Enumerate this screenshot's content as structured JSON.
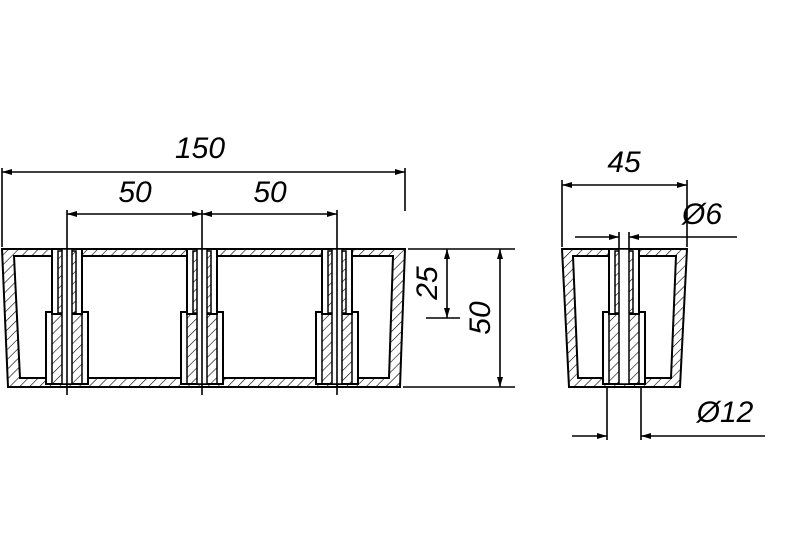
{
  "front_view": {
    "dim_overall_width": "150",
    "dim_spacing_left": "50",
    "dim_spacing_right": "50",
    "dim_upper_height": "25",
    "dim_total_height": "50"
  },
  "side_view": {
    "dim_width": "45",
    "dim_small_hole": "Ø6",
    "dim_large_hole": "Ø12"
  },
  "colors": {
    "line": "#000000",
    "background": "#ffffff"
  }
}
